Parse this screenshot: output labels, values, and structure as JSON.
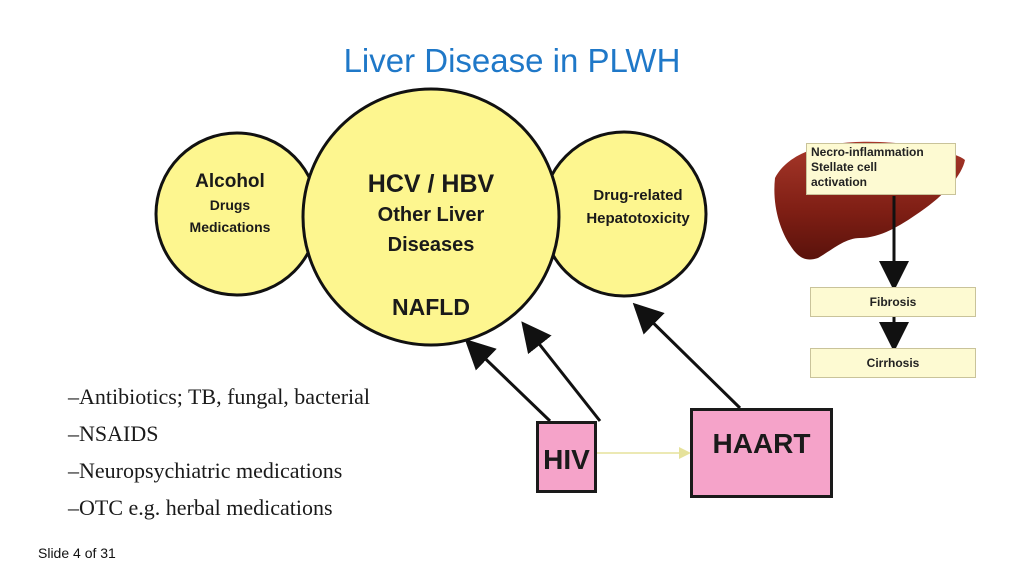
{
  "title": "Liver Disease in PLWH",
  "circles": {
    "left": {
      "line1": "Alcohol",
      "line2": "Drugs",
      "line3": "Medications"
    },
    "center": {
      "line1": "HCV / HBV",
      "line2": "Other Liver",
      "line3": "Diseases",
      "line4": "NAFLD"
    },
    "right": {
      "line1": "Drug-related",
      "line2": "Hepatotoxicity"
    }
  },
  "progression": {
    "step1": {
      "line1": "Necro-inflammation",
      "line2": "Stellate cell",
      "line3": "activation"
    },
    "step2": "Fibrosis",
    "step3": "Cirrhosis"
  },
  "boxes": {
    "hiv": "HIV",
    "haart": "HAART"
  },
  "medication_list": [
    "–Antibiotics; TB, fungal, bacterial",
    "–NSAIDS",
    "–Neuropsychiatric medications",
    "–OTC e.g. herbal medications"
  ],
  "footer": {
    "slide_number": "Slide 4 of 31"
  },
  "colors": {
    "title": "#1f78c8",
    "circle_fill": "#fdf68f",
    "box_fill": "#fdfad2",
    "pink": "#f5a3c9",
    "liver": "#8e2418"
  }
}
